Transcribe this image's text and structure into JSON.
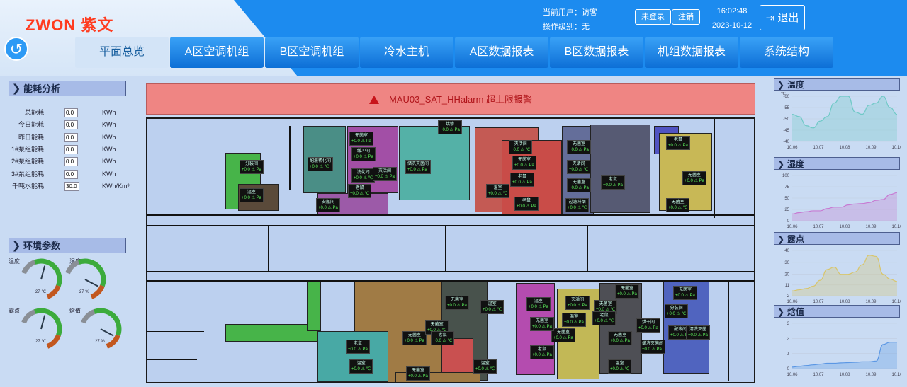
{
  "header": {
    "logo": "ZWON 紫文",
    "current_user_label": "当前用户：访客",
    "operation_level_label": "操作级别：无",
    "not_logged_in": "未登录",
    "logout": "注销",
    "time": "16:02:48",
    "date": "2023-10-12",
    "exit": "退出"
  },
  "nav": {
    "tabs": [
      "平面总览",
      "A区空调机组",
      "B区空调机组",
      "冷水主机",
      "A区数据报表",
      "B区数据报表",
      "机组数据报表",
      "系统结构"
    ]
  },
  "energy": {
    "title": "能耗分析",
    "rows": [
      {
        "label": "总能耗",
        "value": "0.0",
        "unit": "KWh"
      },
      {
        "label": "今日能耗",
        "value": "0.0",
        "unit": "KWh"
      },
      {
        "label": "昨日能耗",
        "value": "0.0",
        "unit": "KWh"
      },
      {
        "label": "1#泵组能耗",
        "value": "0.0",
        "unit": "KWh"
      },
      {
        "label": "2#泵组能耗",
        "value": "0.0",
        "unit": "KWh"
      },
      {
        "label": "3#泵组能耗",
        "value": "0.0",
        "unit": "KWh"
      },
      {
        "label": "千吨水能耗",
        "value": "30.0",
        "unit": "KWh/Km³"
      }
    ]
  },
  "env": {
    "title": "环境参数",
    "gauges": [
      {
        "label": "温度",
        "value": "27",
        "unit": "℃"
      },
      {
        "label": "湿度",
        "value": "27",
        "unit": "%"
      },
      {
        "label": "露点",
        "value": "27",
        "unit": "℃"
      },
      {
        "label": "焓值",
        "value": "27",
        "unit": "%"
      }
    ]
  },
  "alarm": {
    "text": "MAU03_SAT_HHalarm 超上限报警"
  },
  "map": {
    "sensor_value": "+0.0",
    "sensor_unit_t": "℃",
    "sensor_unit_p": "Pa",
    "rooms": [
      "分装间",
      "配液稀化间",
      "无菌室",
      "缓冲间",
      "洗化间",
      "灭活间",
      "安瓶间",
      "老鼠",
      "储洗灭菌间",
      "烘惨",
      "灭活间",
      "无菌室",
      "老鼠",
      "温室",
      "老鼠",
      "无菌室",
      "灭活间",
      "无菌室",
      "老鼠",
      "过滤排烟",
      "老鼠",
      "无菌室",
      "无菌室",
      "温室",
      "老鼠",
      "温室",
      "无菌室",
      "无菌室",
      "温室",
      "温室",
      "灭活间",
      "无菌室",
      "烘干间",
      "储洗灭菌间",
      "分装间",
      "老鼠",
      "无菌室",
      "温室",
      "无菌室",
      "无菌室",
      "老鼠",
      "温室",
      "无菌室",
      "无菌室",
      "配液间",
      "清洗灭菌",
      "老鼠",
      "无菌室",
      "无菌室",
      "温室"
    ]
  },
  "colors": {
    "header": "#1c8bef",
    "accent": "#ff3b1f",
    "alarm_bg": "#ef8583",
    "alarm_text": "#b0141a"
  },
  "chart_data": [
    {
      "type": "area",
      "title": "温度",
      "ylabel": "℃",
      "x": [
        "10.06",
        "10.07",
        "10.08",
        "10.09",
        "10.10"
      ],
      "y_ticks": [
        "-60",
        "-55",
        "-50",
        "-45",
        "-40"
      ],
      "ylim": [
        -40,
        -60
      ],
      "values": [
        -52,
        -51,
        -47,
        -46,
        -49,
        -51,
        -57,
        -60,
        -60,
        -53,
        -52,
        -56,
        -57,
        -60,
        -55,
        -52
      ]
    },
    {
      "type": "area",
      "title": "湿度",
      "x": [
        "10.06",
        "10.07",
        "10.08",
        "10.09",
        "10.10"
      ],
      "y_ticks": [
        "0",
        "25",
        "50",
        "75",
        "100"
      ],
      "ylim": [
        0,
        100
      ],
      "values": [
        15,
        18,
        20,
        22,
        22,
        27,
        30,
        30,
        35,
        37,
        38,
        40,
        45,
        47,
        58,
        62
      ]
    },
    {
      "type": "area",
      "title": "露点",
      "x": [
        "10.06",
        "10.07",
        "10.08",
        "10.09",
        "10.10"
      ],
      "y_ticks": [
        "2",
        "11",
        "20",
        "30",
        "40"
      ],
      "ylim": [
        2,
        40
      ],
      "values": [
        6,
        7,
        8,
        10,
        15,
        24,
        26,
        20,
        20,
        22,
        28,
        36,
        35,
        20,
        16,
        14
      ]
    },
    {
      "type": "area",
      "title": "焓值",
      "x": [
        "10.06",
        "10.07",
        "10.08",
        "10.09",
        "10.10"
      ],
      "y_ticks": [
        "0",
        "1",
        "2",
        "3"
      ],
      "ylim": [
        0,
        3
      ],
      "values": [
        0.1,
        0.15,
        0.2,
        0.25,
        0.3,
        0.35,
        0.35,
        0.38,
        0.4,
        0.42,
        0.45,
        0.45,
        0.5,
        1.6,
        1.75,
        1.75
      ]
    }
  ]
}
